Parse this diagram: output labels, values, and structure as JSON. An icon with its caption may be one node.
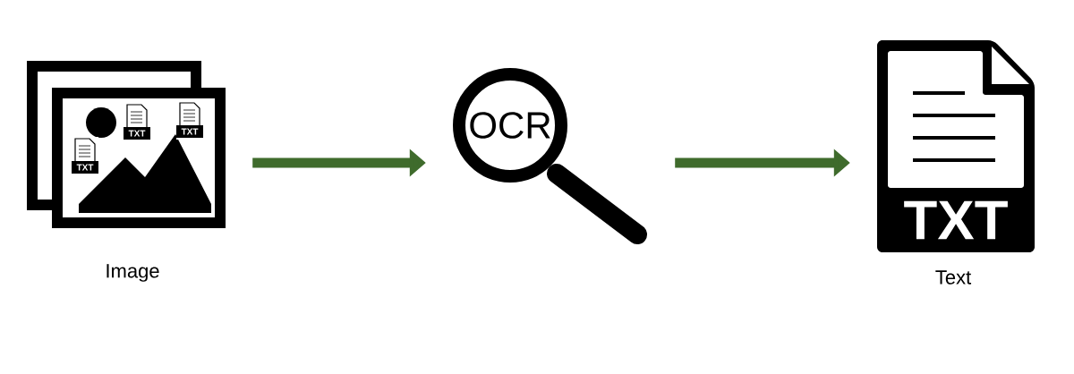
{
  "diagram": {
    "nodes": [
      {
        "text": [
          "TXT",
          "TXT",
          "TXT"
        ],
        "beside": [
          "Image"
        ]
      },
      {
        "text": [
          "OCR"
        ]
      },
      {
        "text": [
          "TXT"
        ],
        "beside": [
          "Text"
        ]
      }
    ],
    "edges": [
      {
        "from": 0,
        "to": 1,
        "arrow": "to"
      },
      {
        "from": 1,
        "to": 2,
        "arrow": "to"
      }
    ]
  }
}
